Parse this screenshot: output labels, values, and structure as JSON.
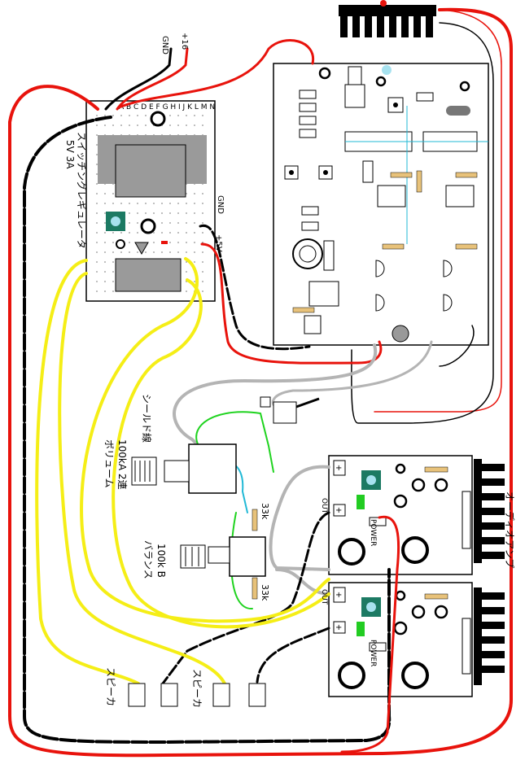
{
  "labels": {
    "gnd_top": "GND",
    "plus16": "+16",
    "gnd_mid": "GND",
    "plus5": "+5V",
    "reg_spec": "5V 3A",
    "reg_title": "スイッチングレギュレータ",
    "shield": "シールド線",
    "vol_value": "100kA 2連",
    "vol_title": "ボリューム",
    "bal_value": "100k B",
    "bal_title": "バランス",
    "r33k_1": "33k",
    "r33k_2": "33k",
    "amp_title": "オーディオアンプ",
    "power_1": "POWER",
    "power_2": "POWER",
    "speaker_1": "スピーカ",
    "speaker_2": "スピーカ",
    "plus_a": "+",
    "plus_b": "+",
    "plus_c": "+",
    "plus_d": "+",
    "out_a": "OUT",
    "out_b": "OUT",
    "col_letters": "A B C D E F G H I J K L M N"
  },
  "colors": {
    "wire_red": "#e8130c",
    "wire_black": "#000000",
    "wire_yellow": "#f5ee16",
    "wire_gray": "#b4b4b4",
    "wire_green": "#1fd31f",
    "wire_cyan": "#22b9d6",
    "board_gray": "#9a9a9a",
    "trimmer_green": "#1c7a63",
    "led_green": "#22cc22"
  }
}
